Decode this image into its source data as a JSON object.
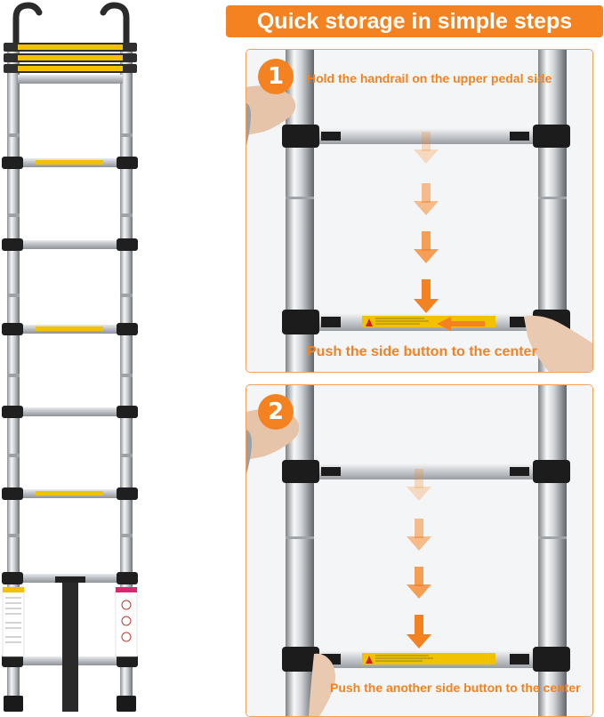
{
  "header": {
    "title": "Quick storage in simple steps"
  },
  "colors": {
    "accent": "#f58220",
    "panel_border": "#f0a15a"
  },
  "steps": [
    {
      "number": "1",
      "instruction_top": "Hold the handrail on the upper pedal side",
      "instruction_bottom": "Push the side button to the center"
    },
    {
      "number": "2",
      "instruction_bottom": "Push the another side button to the center"
    }
  ],
  "icons": [
    "down-arrow-icon",
    "left-arrow-icon",
    "right-arrow-icon",
    "warning-icon"
  ]
}
